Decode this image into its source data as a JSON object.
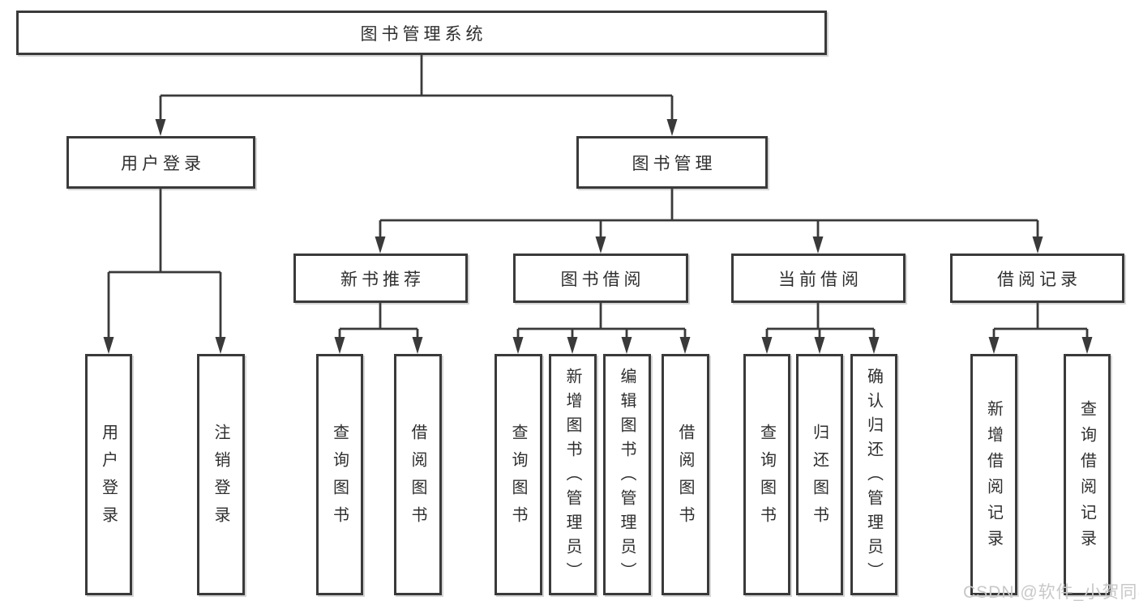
{
  "diagram": {
    "title_node": "图书管理系统",
    "branches": [
      {
        "label": "用户登录",
        "children": [
          {
            "label": "用户登录"
          },
          {
            "label": "注销登录"
          }
        ]
      },
      {
        "label": "图书管理",
        "children": [
          {
            "label": "新书推荐",
            "children": [
              {
                "label": "查询图书"
              },
              {
                "label": "借阅图书"
              }
            ]
          },
          {
            "label": "图书借阅",
            "children": [
              {
                "label": "查询图书"
              },
              {
                "label": "新增图书（管理员）"
              },
              {
                "label": "编辑图书（管理员）"
              },
              {
                "label": "借阅图书"
              }
            ]
          },
          {
            "label": "当前借阅",
            "children": [
              {
                "label": "查询图书"
              },
              {
                "label": "归还图书"
              },
              {
                "label": "确认归还（管理员）"
              }
            ]
          },
          {
            "label": "借阅记录",
            "children": [
              {
                "label": "新增借阅记录"
              },
              {
                "label": "查询借阅记录"
              }
            ]
          }
        ]
      }
    ]
  },
  "watermark": {
    "text": "CSDN @软件_小贺同学",
    "color": "#c8c8c8"
  },
  "colors": {
    "background": "#ffffff",
    "line": "#3a3a3a",
    "box_border": "#3a3a3a",
    "box_fill": "#ffffff",
    "text": "#2f2f2f"
  }
}
